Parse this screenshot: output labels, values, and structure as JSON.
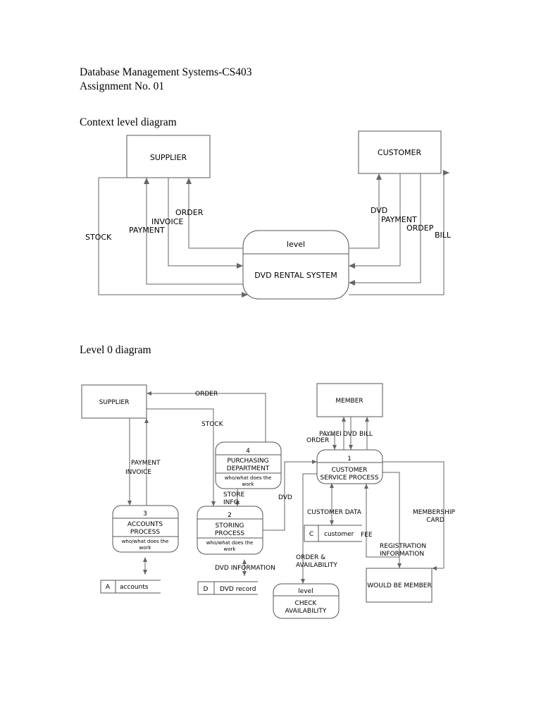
{
  "header": {
    "line1": "Database Management Systems-CS403",
    "line2": "Assignment No. 01"
  },
  "context": {
    "heading": "Context level diagram",
    "supplier": "SUPPLIER",
    "customer": "CUSTOMER",
    "process_level": "level",
    "process_name": "DVD RENTAL SYSTEM",
    "flows": {
      "stock": "STOCK",
      "payment": "PAYMENT",
      "invoice": "INVOICE",
      "order": "ORDER",
      "dvd": "DVD",
      "customer_payment": "PAYMENT",
      "ordep": "ORDEP",
      "bill": "BILL"
    }
  },
  "level0": {
    "heading": "Level 0 diagram",
    "supplier": "SUPPLIER",
    "member": "MEMBER",
    "would_be_member": "WOULD BE MEMBER",
    "processes": {
      "p1": {
        "id": "1",
        "line1": "CUSTOMER",
        "line2": "SERVICE PROCESS"
      },
      "p2": {
        "id": "2",
        "line1": "STORING",
        "line2": "PROCESS",
        "who1": "who/what does the",
        "who2": "work"
      },
      "p3": {
        "id": "3",
        "line1": "ACCOUNTS",
        "line2": "PROCESS",
        "who1": "who/what does the",
        "who2": "work"
      },
      "p4": {
        "id": "4",
        "line1": "PURCHASING",
        "line2": "DEPARTMENT",
        "who1": "who/what does the",
        "who2": "work"
      },
      "check": {
        "id": "level",
        "line1": "CHECK",
        "line2": "AVAILABILITY"
      }
    },
    "stores": {
      "accounts": {
        "id": "A",
        "name": "accounts"
      },
      "dvd_record": {
        "id": "D",
        "name": "DVD record"
      },
      "customer": {
        "id": "C",
        "name": "customer"
      }
    },
    "flows": {
      "order": "ORDER",
      "stock": "STOCK",
      "payment": "PAYMENT",
      "invoice": "INVOICE",
      "store_info1": "STORE",
      "store_info2": "INFO.",
      "dvd": "DVD",
      "dvd_information": "DVD INFORMATION",
      "member_order": "ORDER",
      "member_payment": "PAYMEI",
      "member_dvd": "DVD",
      "member_bill": "BILL",
      "customer_data": "CUSTOMER DATA",
      "fee": "FEE",
      "order_avail1": "ORDER &",
      "order_avail2": "AVAILABILITY",
      "membership1": "MEMBERSHIP",
      "membership2": "CARD",
      "registration1": "REGISTRATION",
      "registration2": "INFORMATION"
    }
  }
}
